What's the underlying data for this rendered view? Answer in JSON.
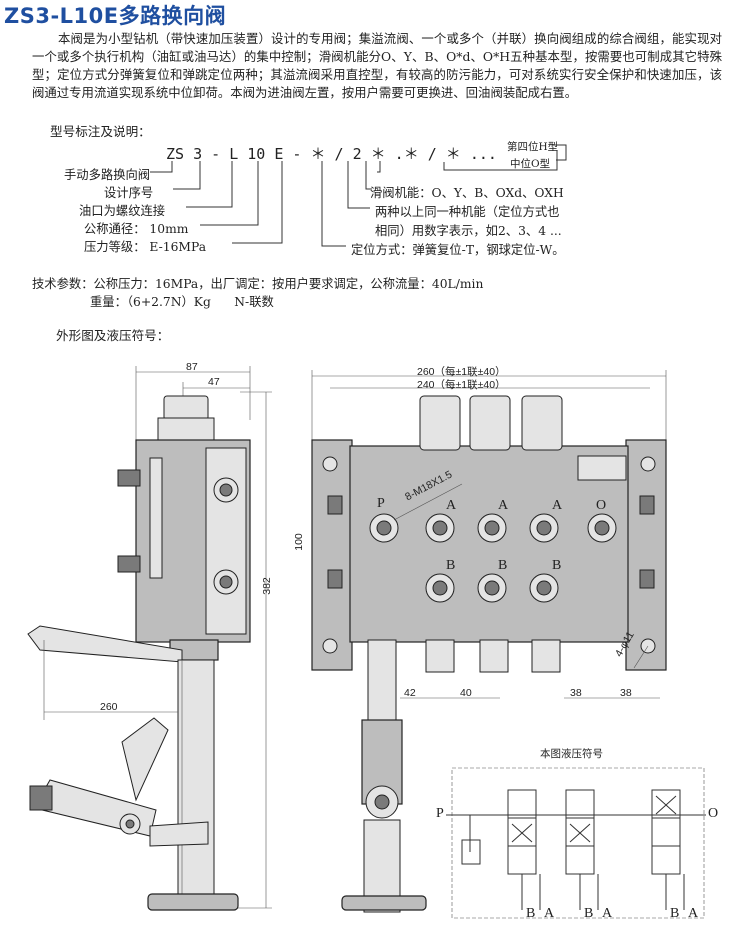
{
  "title": "ZS3-L10E多路换向阀",
  "intro": "本阀是为小型钻机（带快速加压装置）设计的专用阀；集溢流阀、一个或多个（并联）换向阀组成的综合阀组，能实现对一个或多个执行机构（油缸或油马达）的集中控制；滑阀机能分O、Y、B、O*d、O*H五种基本型，按需要也可制成其它特殊型；定位方式分弹簧复位和弹跳定位两种；其溢流阀采用直控型，有较高的防污能力，可对系统实行安全保护和快速加压，该阀通过专用流道实现系统中位卸荷。本阀为进油阀左置，按用户需要可更换进、回油阀装配成右置。",
  "model_heading": "型号标注及说明：",
  "model_code": "ZS 3 - L 10 E - ＊ / 2 ＊ .＊ / ＊ ...",
  "left_labels": {
    "l1": "手动多路换向阀",
    "l2": "设计序号",
    "l3": "油口为螺纹连接",
    "l4a": "公称通径：",
    "l4b": "10mm",
    "l5a": "压力等级：",
    "l5b": "E-16MPa"
  },
  "right_labels": {
    "h_type": "第四位H型",
    "o_type": "中位O型",
    "r1": "滑阀机能：O、Y、B、OXd、OXH",
    "r2a": "两种以上同一种机能（定位方式也",
    "r2b": "相同）用数字表示，如2、3、4 ...",
    "r3": "定位方式：弹簧复位-T，钢球定位-W。"
  },
  "tech": {
    "line1": "技术参数：公称压力：16MPa，出厂调定：按用户要求调定，公称流量：40L/min",
    "line2": "重量：（6+2.7N）Kg      N-联数"
  },
  "drawing_heading": "外形图及液压符号：",
  "dims": {
    "d87": "87",
    "d47": "47",
    "d382": "382",
    "d260": "260",
    "d260w": "260（每±1联±40）",
    "d240w": "240（每±1联±40）",
    "d100": "100",
    "d42": "42",
    "d40": "40",
    "d38a": "38",
    "d38b": "38",
    "thread": "8-M18X1.5",
    "hole": "4-φ11"
  },
  "ports_front": {
    "p": "P",
    "a1": "A",
    "a2": "A",
    "a3": "A",
    "o": "O",
    "b1": "B",
    "b2": "B",
    "b3": "B"
  },
  "hydraulic": {
    "caption": "本图液压符号",
    "p": "P",
    "o": "O",
    "bottom": [
      "B",
      "A",
      "B",
      "A",
      "B",
      "A"
    ]
  }
}
